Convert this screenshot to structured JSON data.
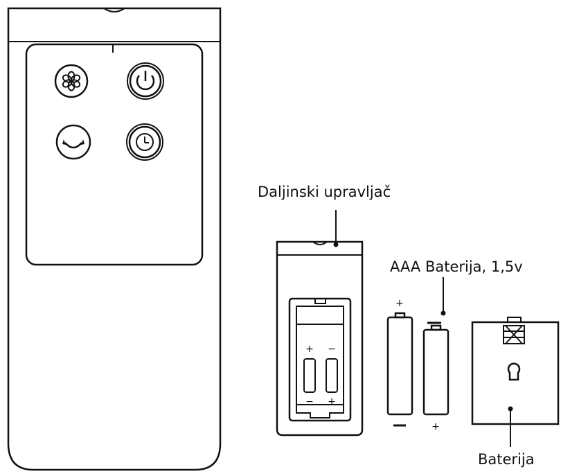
{
  "labels": {
    "remote": "Daljinski upravljač",
    "aaa_battery": "AAA Baterija, 1,5v",
    "battery": "Baterija"
  },
  "polarity": {
    "plus": "+",
    "minus": "−"
  },
  "buttons": [
    {
      "name": "fan-speed-button",
      "icon": "fan-icon"
    },
    {
      "name": "power-button",
      "icon": "power-icon"
    },
    {
      "name": "oscillation-button",
      "icon": "swing-icon"
    },
    {
      "name": "timer-button",
      "icon": "clock-icon"
    }
  ],
  "colors": {
    "line": "#111111",
    "background": "#ffffff"
  }
}
